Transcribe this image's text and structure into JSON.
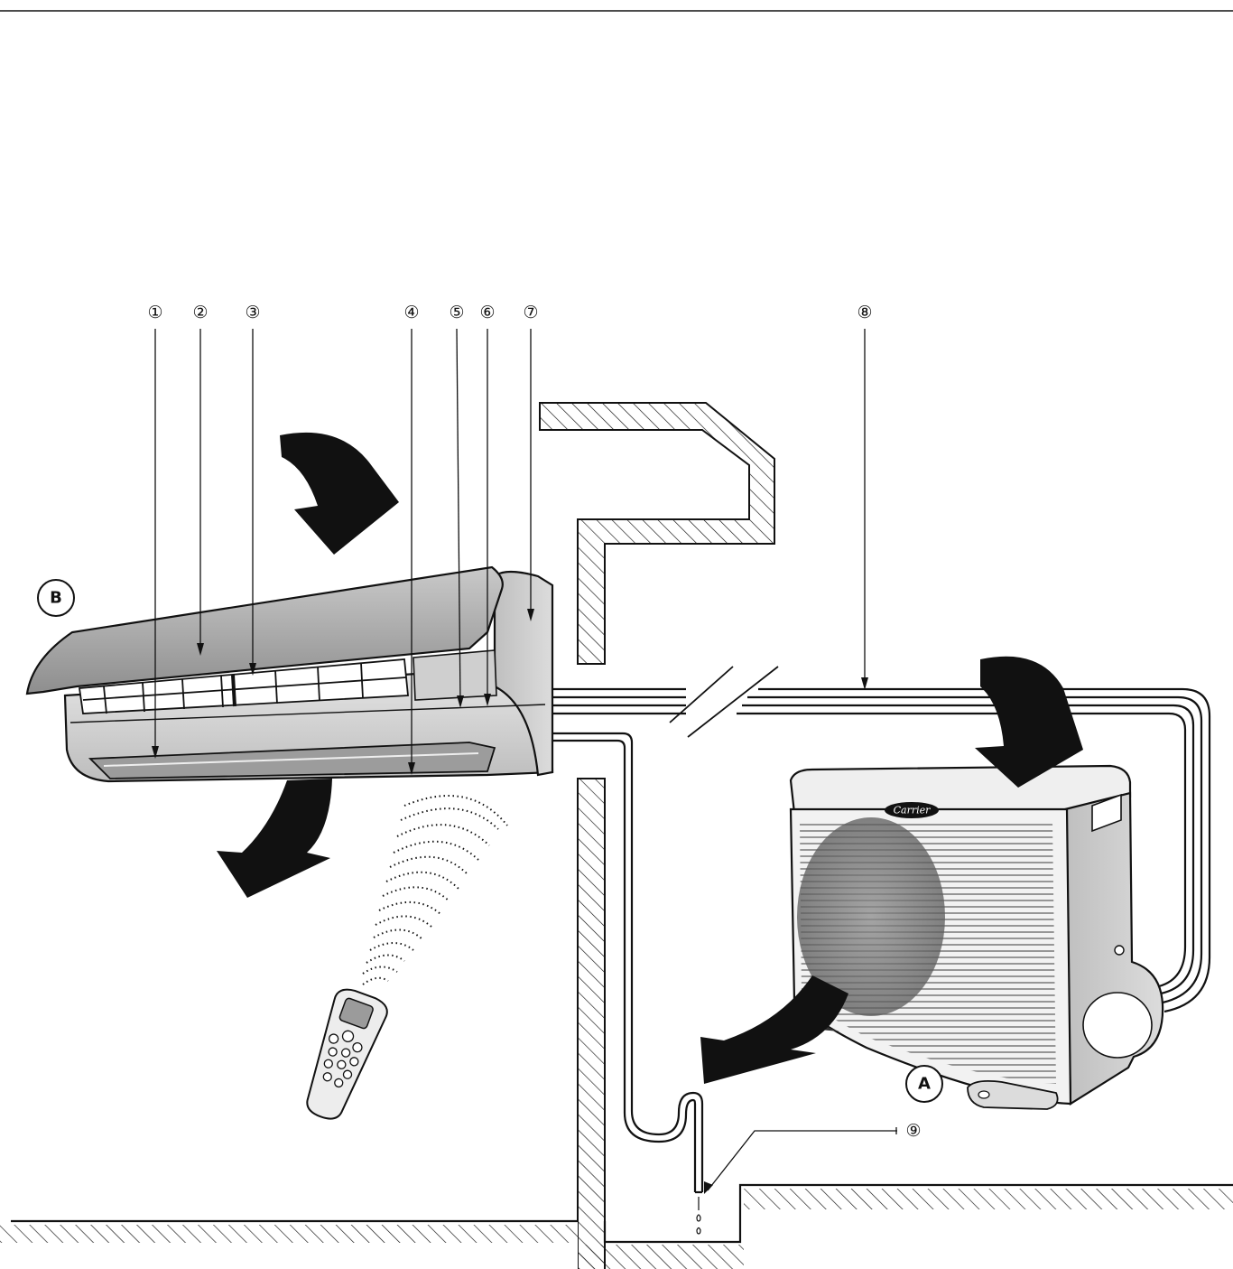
{
  "callouts": [
    {
      "id": "1",
      "label": "①"
    },
    {
      "id": "2",
      "label": "②"
    },
    {
      "id": "3",
      "label": "③"
    },
    {
      "id": "4",
      "label": "④"
    },
    {
      "id": "5",
      "label": "⑤"
    },
    {
      "id": "6",
      "label": "⑥"
    },
    {
      "id": "7",
      "label": "⑦"
    },
    {
      "id": "8",
      "label": "⑧"
    },
    {
      "id": "9",
      "label": "⑨"
    }
  ],
  "units": {
    "indoor": {
      "letter": "B"
    },
    "outdoor": {
      "letter": "A",
      "brand": "Carrier"
    }
  },
  "colors": {
    "ink": "#111111",
    "unit_body": "#d9d9d9",
    "unit_shade": "#a8a8a8",
    "grille": "#6e6e6e"
  }
}
